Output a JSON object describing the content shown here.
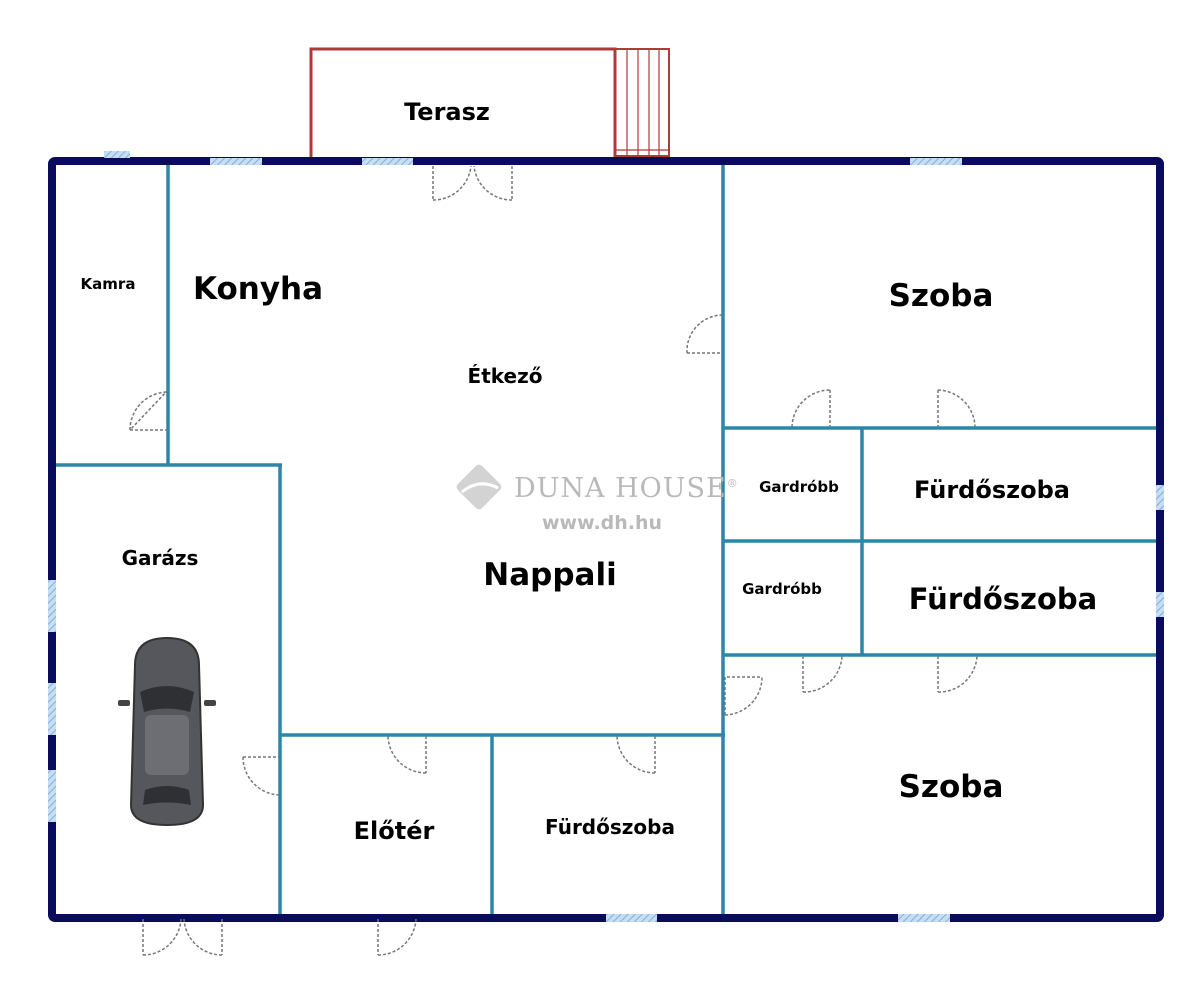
{
  "plan": {
    "rooms": {
      "terasz": "Terasz",
      "kamra": "Kamra",
      "konyha": "Konyha",
      "etkezo": "Étkező",
      "szoba_top": "Szoba",
      "gardrobb_1": "Gardróbb",
      "furdoszoba_1": "Fürdőszoba",
      "gardrobb_2": "Gardróbb",
      "furdoszoba_2": "Fürdőszoba",
      "garazs": "Garázs",
      "nappali": "Nappali",
      "eloter": "Előtér",
      "furdoszoba_3": "Fürdőszoba",
      "szoba_bottom": "Szoba"
    },
    "watermark": {
      "brand": "DUNA HOUSE",
      "registered": "®",
      "url": "www.dh.hu"
    },
    "colors": {
      "outer_wall": "#0b0b5e",
      "inner_wall": "#2b86a8",
      "terrace": "#b03a3a",
      "window": "#a9cbe8",
      "door": "#777777",
      "car": "#55575c"
    }
  }
}
